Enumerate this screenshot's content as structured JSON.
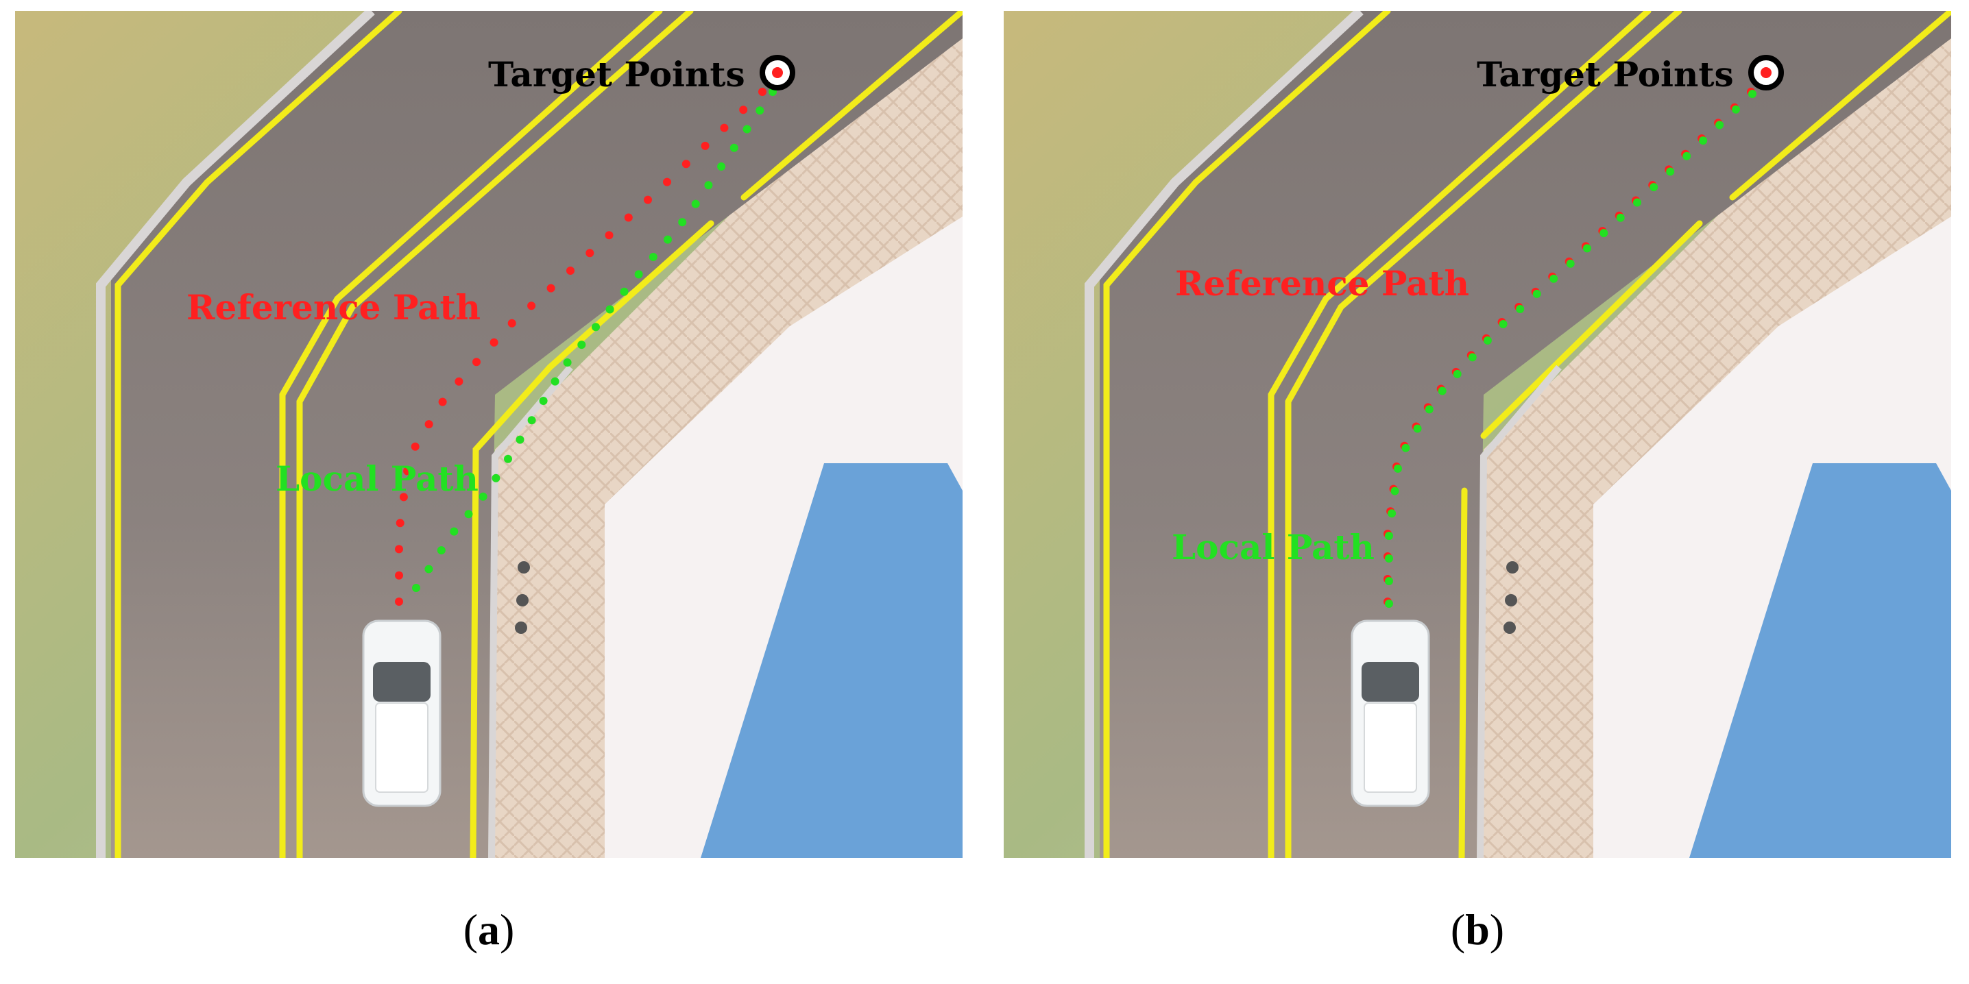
{
  "panels": [
    {
      "id": "a",
      "caption_letter": "a",
      "labels": {
        "target": "Target Points",
        "reference": "Reference Path",
        "local": "Local Path"
      },
      "colors": {
        "target": "#000000",
        "reference": "#ff2020",
        "local": "#22e022"
      },
      "local_path_coincides_with_reference": false
    },
    {
      "id": "b",
      "caption_letter": "b",
      "labels": {
        "target": "Target Points",
        "reference": "Reference Path",
        "local": "Local Path"
      },
      "colors": {
        "target": "#000000",
        "reference": "#ff2020",
        "local": "#22e022"
      },
      "local_path_coincides_with_reference": true
    }
  ],
  "colors": {
    "grass": "#b9c38a",
    "road": "#8d8480",
    "lane_line": "#f2ec1a",
    "sidewalk": "#e6d2c0",
    "water": "#6aa2d8",
    "car": "#f4f6f7"
  }
}
